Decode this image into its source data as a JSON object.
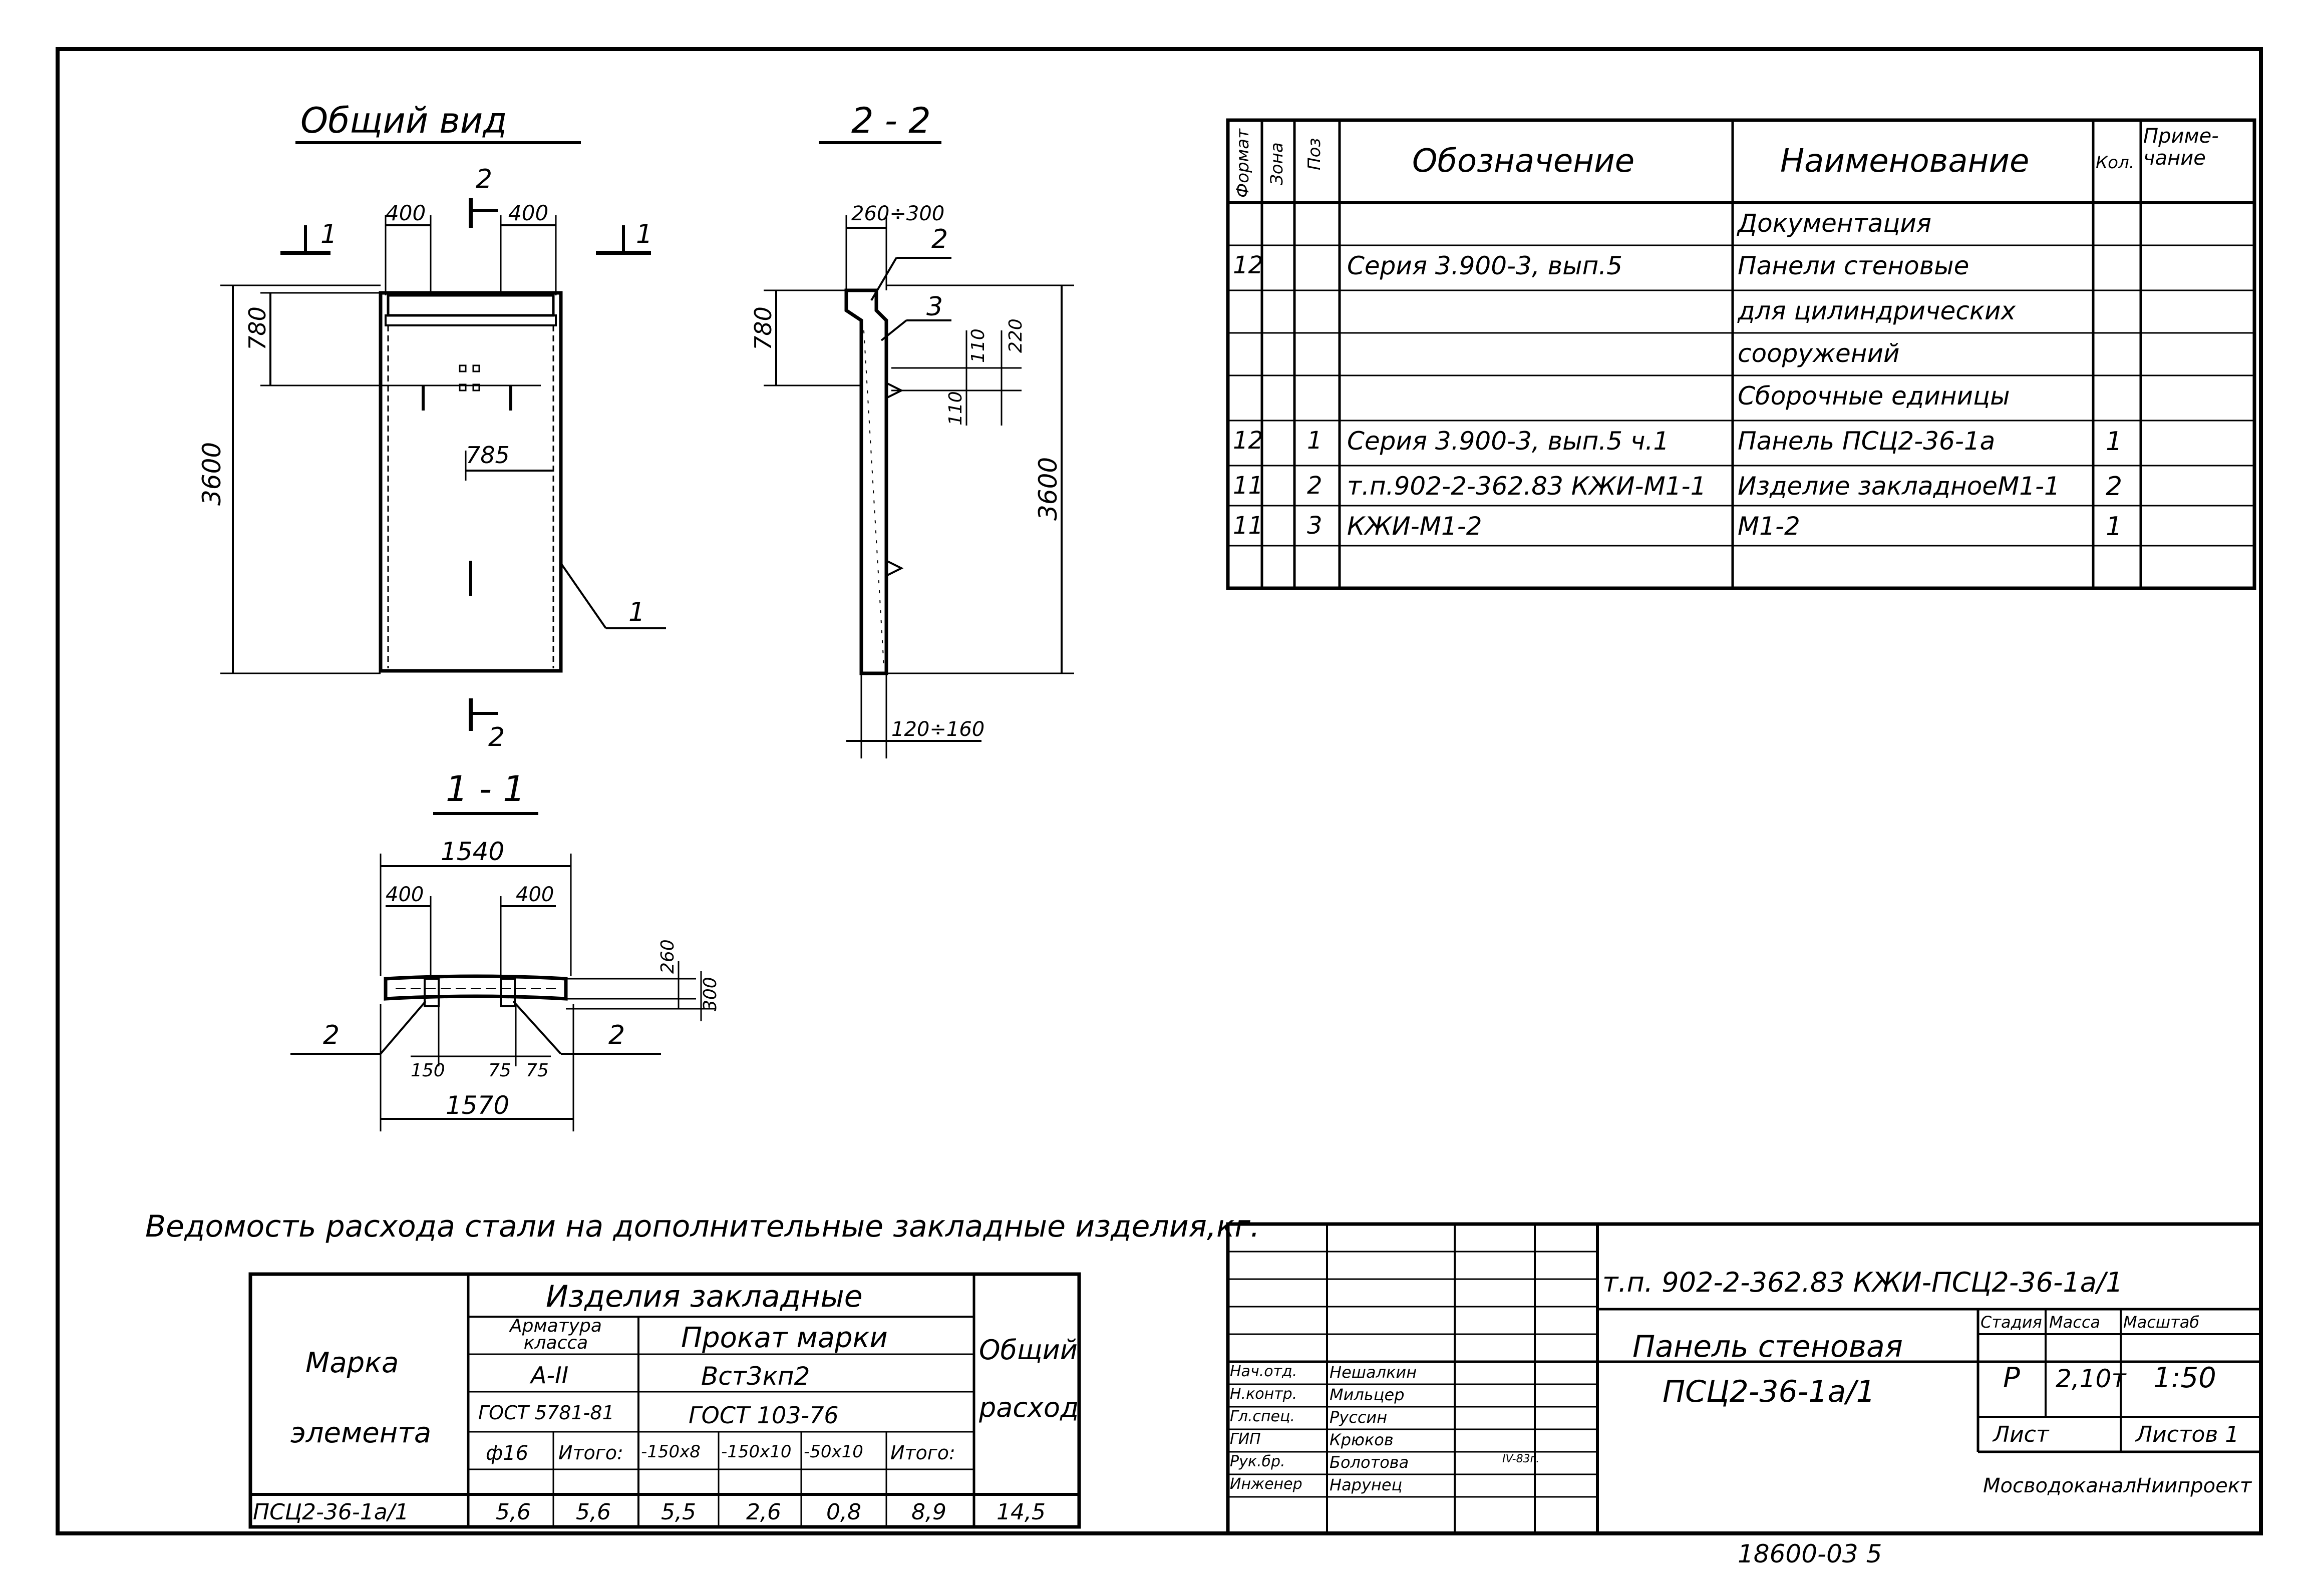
{
  "views": {
    "general_title": "Общий вид",
    "section22_title": "2 - 2",
    "section11_title": "1 - 1",
    "section_mark_1": "1",
    "section_mark_2": "2"
  },
  "general_view": {
    "dims": {
      "top_left": "400",
      "top_right": "400",
      "height_780": "780",
      "height_3600": "3600",
      "width_785": "785"
    },
    "leader_1": "1"
  },
  "section22": {
    "dims": {
      "top": "260÷300",
      "height_780": "780",
      "d110a": "110",
      "d110b": "110",
      "d220": "220",
      "height_3600": "3600",
      "bottom": "120÷160"
    },
    "leader_2": "2",
    "leader_3": "3"
  },
  "section11": {
    "dims": {
      "width_1540": "1540",
      "left_400": "400",
      "right_400": "400",
      "h260": "260",
      "h300": "300",
      "d150": "150",
      "d75a": "75",
      "d75b": "75",
      "width_1570": "1570"
    },
    "leader_left": "2",
    "leader_right": "2"
  },
  "spec_table": {
    "headers": {
      "format": "Формат",
      "zone": "Зона",
      "pos": "Поз",
      "designation": "Обозначение",
      "name": "Наименование",
      "qty": "Кол.",
      "note": "Приме-\nчание"
    },
    "rows": [
      {
        "format": "",
        "zone": "",
        "pos": "",
        "designation": "",
        "name": "Документация",
        "qty": "",
        "note": ""
      },
      {
        "format": "12",
        "zone": "",
        "pos": "",
        "designation": "Серия 3.900-3, вып.5",
        "name": "Панели стеновые",
        "qty": "",
        "note": ""
      },
      {
        "format": "",
        "zone": "",
        "pos": "",
        "designation": "",
        "name": "для цилиндрических",
        "qty": "",
        "note": ""
      },
      {
        "format": "",
        "zone": "",
        "pos": "",
        "designation": "",
        "name": "сооружений",
        "qty": "",
        "note": ""
      },
      {
        "format": "",
        "zone": "",
        "pos": "",
        "designation": "",
        "name": "Сборочные единицы",
        "qty": "",
        "note": ""
      },
      {
        "format": "12",
        "zone": "",
        "pos": "1",
        "designation": "Серия 3.900-3, вып.5 ч.1",
        "name": "Панель ПСЦ2-36-1а",
        "qty": "1",
        "note": ""
      },
      {
        "format": "11",
        "zone": "",
        "pos": "2",
        "designation": "т.п.902-2-362.83  КЖИ-М1-1",
        "name": "Изделие закладноеМ1-1",
        "qty": "2",
        "note": ""
      },
      {
        "format": "11",
        "zone": "",
        "pos": "3",
        "designation": "КЖИ-М1-2",
        "name": "М1-2",
        "qty": "1",
        "note": ""
      },
      {
        "format": "",
        "zone": "",
        "pos": "",
        "designation": "",
        "name": "",
        "qty": "",
        "note": ""
      }
    ]
  },
  "steel_table": {
    "title": "Ведомость расхода стали на дополнительные закладные изделия,кг.",
    "mark_header_1": "Марка",
    "mark_header_2": "элемента",
    "embedded_header": "Изделия  закладные",
    "rebar_header": "Арматура классa",
    "rebar_class": "А-II",
    "rebar_gost": "ГОСТ 5781-81",
    "rolled_header": "Прокат марки",
    "rolled_grade": "Вст3кп2",
    "rolled_gost": "ГОСТ 103-76",
    "total_header_1": "Общий",
    "total_header_2": "расход",
    "cols": [
      "ф16",
      "Итого:",
      "-150х8",
      "-150х10",
      "-50х10",
      "Итого:"
    ],
    "row": {
      "mark": "ПСЦ2-36-1а/1",
      "values": [
        "5,6",
        "5,6",
        "5,5",
        "2,6",
        "0,8",
        "8,9"
      ],
      "total": "14,5"
    }
  },
  "title_block": {
    "code": "т.п. 902-2-362.83     КЖИ-ПСЦ2-36-1а/1",
    "name_1": "Панель стеновая",
    "name_2": "ПСЦ2-36-1а/1",
    "stage_label": "Стадия",
    "mass_label": "Масса",
    "scale_label": "Масштаб",
    "stage": "Р",
    "mass": "2,10т",
    "scale": "1:50",
    "sheet_label": "Лист",
    "sheets_label": "Листов 1",
    "org": "МосводоканалНиипроект",
    "signatures": [
      {
        "role": "Нач.отд.",
        "name": "Нешалкин"
      },
      {
        "role": "Н.контр.",
        "name": "Мильцер"
      },
      {
        "role": "Гл.спец.",
        "name": "Руссин"
      },
      {
        "role": "ГИП",
        "name": "Крюков"
      },
      {
        "role": "Рук.бр.",
        "name": "Болотова",
        "date": "IV-83г."
      },
      {
        "role": "Инженер",
        "name": "Нарунец"
      }
    ]
  },
  "footer": {
    "stamp": "18600-03  5"
  }
}
